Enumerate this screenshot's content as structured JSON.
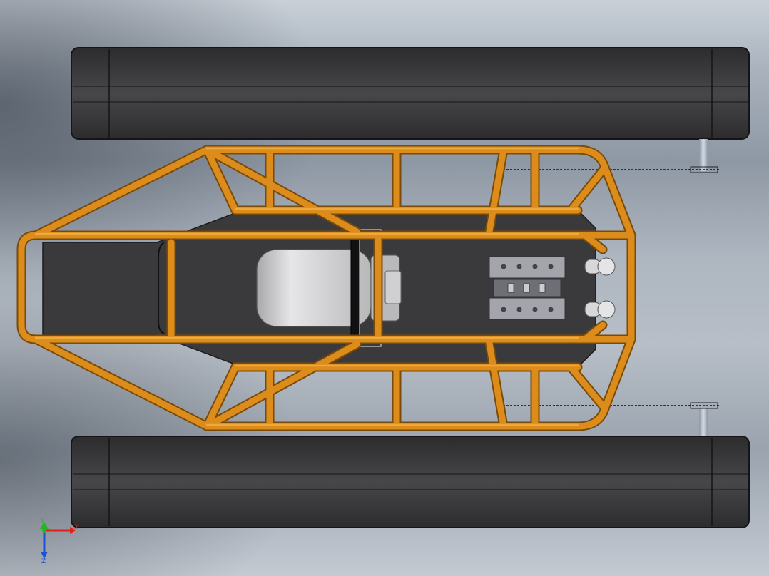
{
  "viewport": {
    "model": "tracked-vehicle-frame",
    "view": "top"
  },
  "colors": {
    "frame_tube": "#d98a17",
    "frame_tube_dark": "#8a5408",
    "track": "#3d3d3f",
    "track_edge": "#1a1a1a",
    "floor_plate": "#3a3a3c",
    "seat": "#c8c8c8",
    "engine_block": "#9a9aa2",
    "axis_x": "#e0201a",
    "axis_y": "#28b428",
    "axis_z": "#1e50d8"
  },
  "triad": {
    "x_label": "X",
    "y_label": "Y",
    "z_label": "Z"
  }
}
